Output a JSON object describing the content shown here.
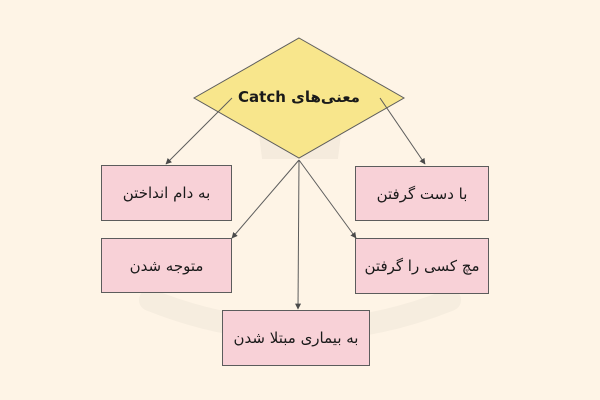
{
  "diagram": {
    "root": {
      "label": "معنی‌های Catch"
    },
    "children": [
      {
        "id": "be-dam",
        "label": "به دام انداختن"
      },
      {
        "id": "motevajjeh",
        "label": "متوجه شدن"
      },
      {
        "id": "bimari",
        "label": "به بیماری مبتلا شدن"
      },
      {
        "id": "dast",
        "label": "با دست گرفتن"
      },
      {
        "id": "moch",
        "label": "مچ کسی را گرفتن"
      }
    ]
  },
  "colors": {
    "background": "#fef4e6",
    "root_fill": "#f8e68c",
    "node_fill": "#f8d1d7",
    "stroke": "#5c5c5c"
  }
}
